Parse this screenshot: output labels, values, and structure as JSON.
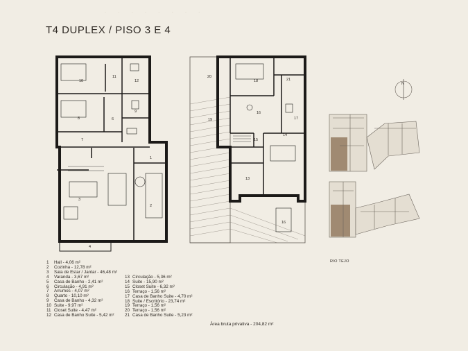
{
  "header": {
    "faded_text": "· · · · · · · ·",
    "title": "T4 DUPLEX / PISO 3 E 4"
  },
  "plan_labels": {
    "floor3": [
      "10",
      "11",
      "12",
      "8",
      "6",
      "9",
      "7",
      "1",
      "3",
      "2",
      "4"
    ],
    "floor4": [
      "20",
      "18",
      "21",
      "16",
      "19",
      "17",
      "15",
      "14",
      "13",
      "16"
    ],
    "compass": "N"
  },
  "legend_col1": [
    {
      "num": "1",
      "label": "Hall - 4,06 m²"
    },
    {
      "num": "2",
      "label": "Cozinha - 12,78 m²"
    },
    {
      "num": "3",
      "label": "Sala de Estar / Jantar - 46,48 m²"
    },
    {
      "num": "4",
      "label": "Varanda - 3,67 m²"
    },
    {
      "num": "5",
      "label": "Casa de Banho - 2,41 m²"
    },
    {
      "num": "6",
      "label": "Circulação - 4,91 m²"
    },
    {
      "num": "7",
      "label": "Arrumos - 4,07 m²"
    },
    {
      "num": "8",
      "label": "Quarto - 10,10 m²"
    },
    {
      "num": "9",
      "label": "Casa de Banho - 4,32 m²"
    },
    {
      "num": "10",
      "label": "Suite - 9,97 m²"
    },
    {
      "num": "11",
      "label": "Closet Suite - 4,47 m²"
    },
    {
      "num": "12",
      "label": "Casa de Banho Suite - 5,42 m²"
    }
  ],
  "legend_col2": [
    {
      "num": "13",
      "label": "Circulação - 5,36 m²"
    },
    {
      "num": "14",
      "label": "Suite - 15,90 m²"
    },
    {
      "num": "15",
      "label": "Closet Suite - 6,32 m²"
    },
    {
      "num": "16",
      "label": "Terraço - 1,56 m²"
    },
    {
      "num": "17",
      "label": "Casa de Banho Suite - 4,70 m²"
    },
    {
      "num": "18",
      "label": "Suite / Escritório - 23,74 m²"
    },
    {
      "num": "19",
      "label": "Terraço - 1,56 m²"
    },
    {
      "num": "20",
      "label": "Terraço - 1,56 m²"
    },
    {
      "num": "21",
      "label": "Casa de Banho Suite - 5,23 m²"
    }
  ],
  "total_area": "Área bruta privativa - 204,82 m²",
  "site_label": "RIO TEJO",
  "colors": {
    "background": "#f1ede4",
    "wall": "#1c1a18",
    "highlight": "#a08a72"
  }
}
